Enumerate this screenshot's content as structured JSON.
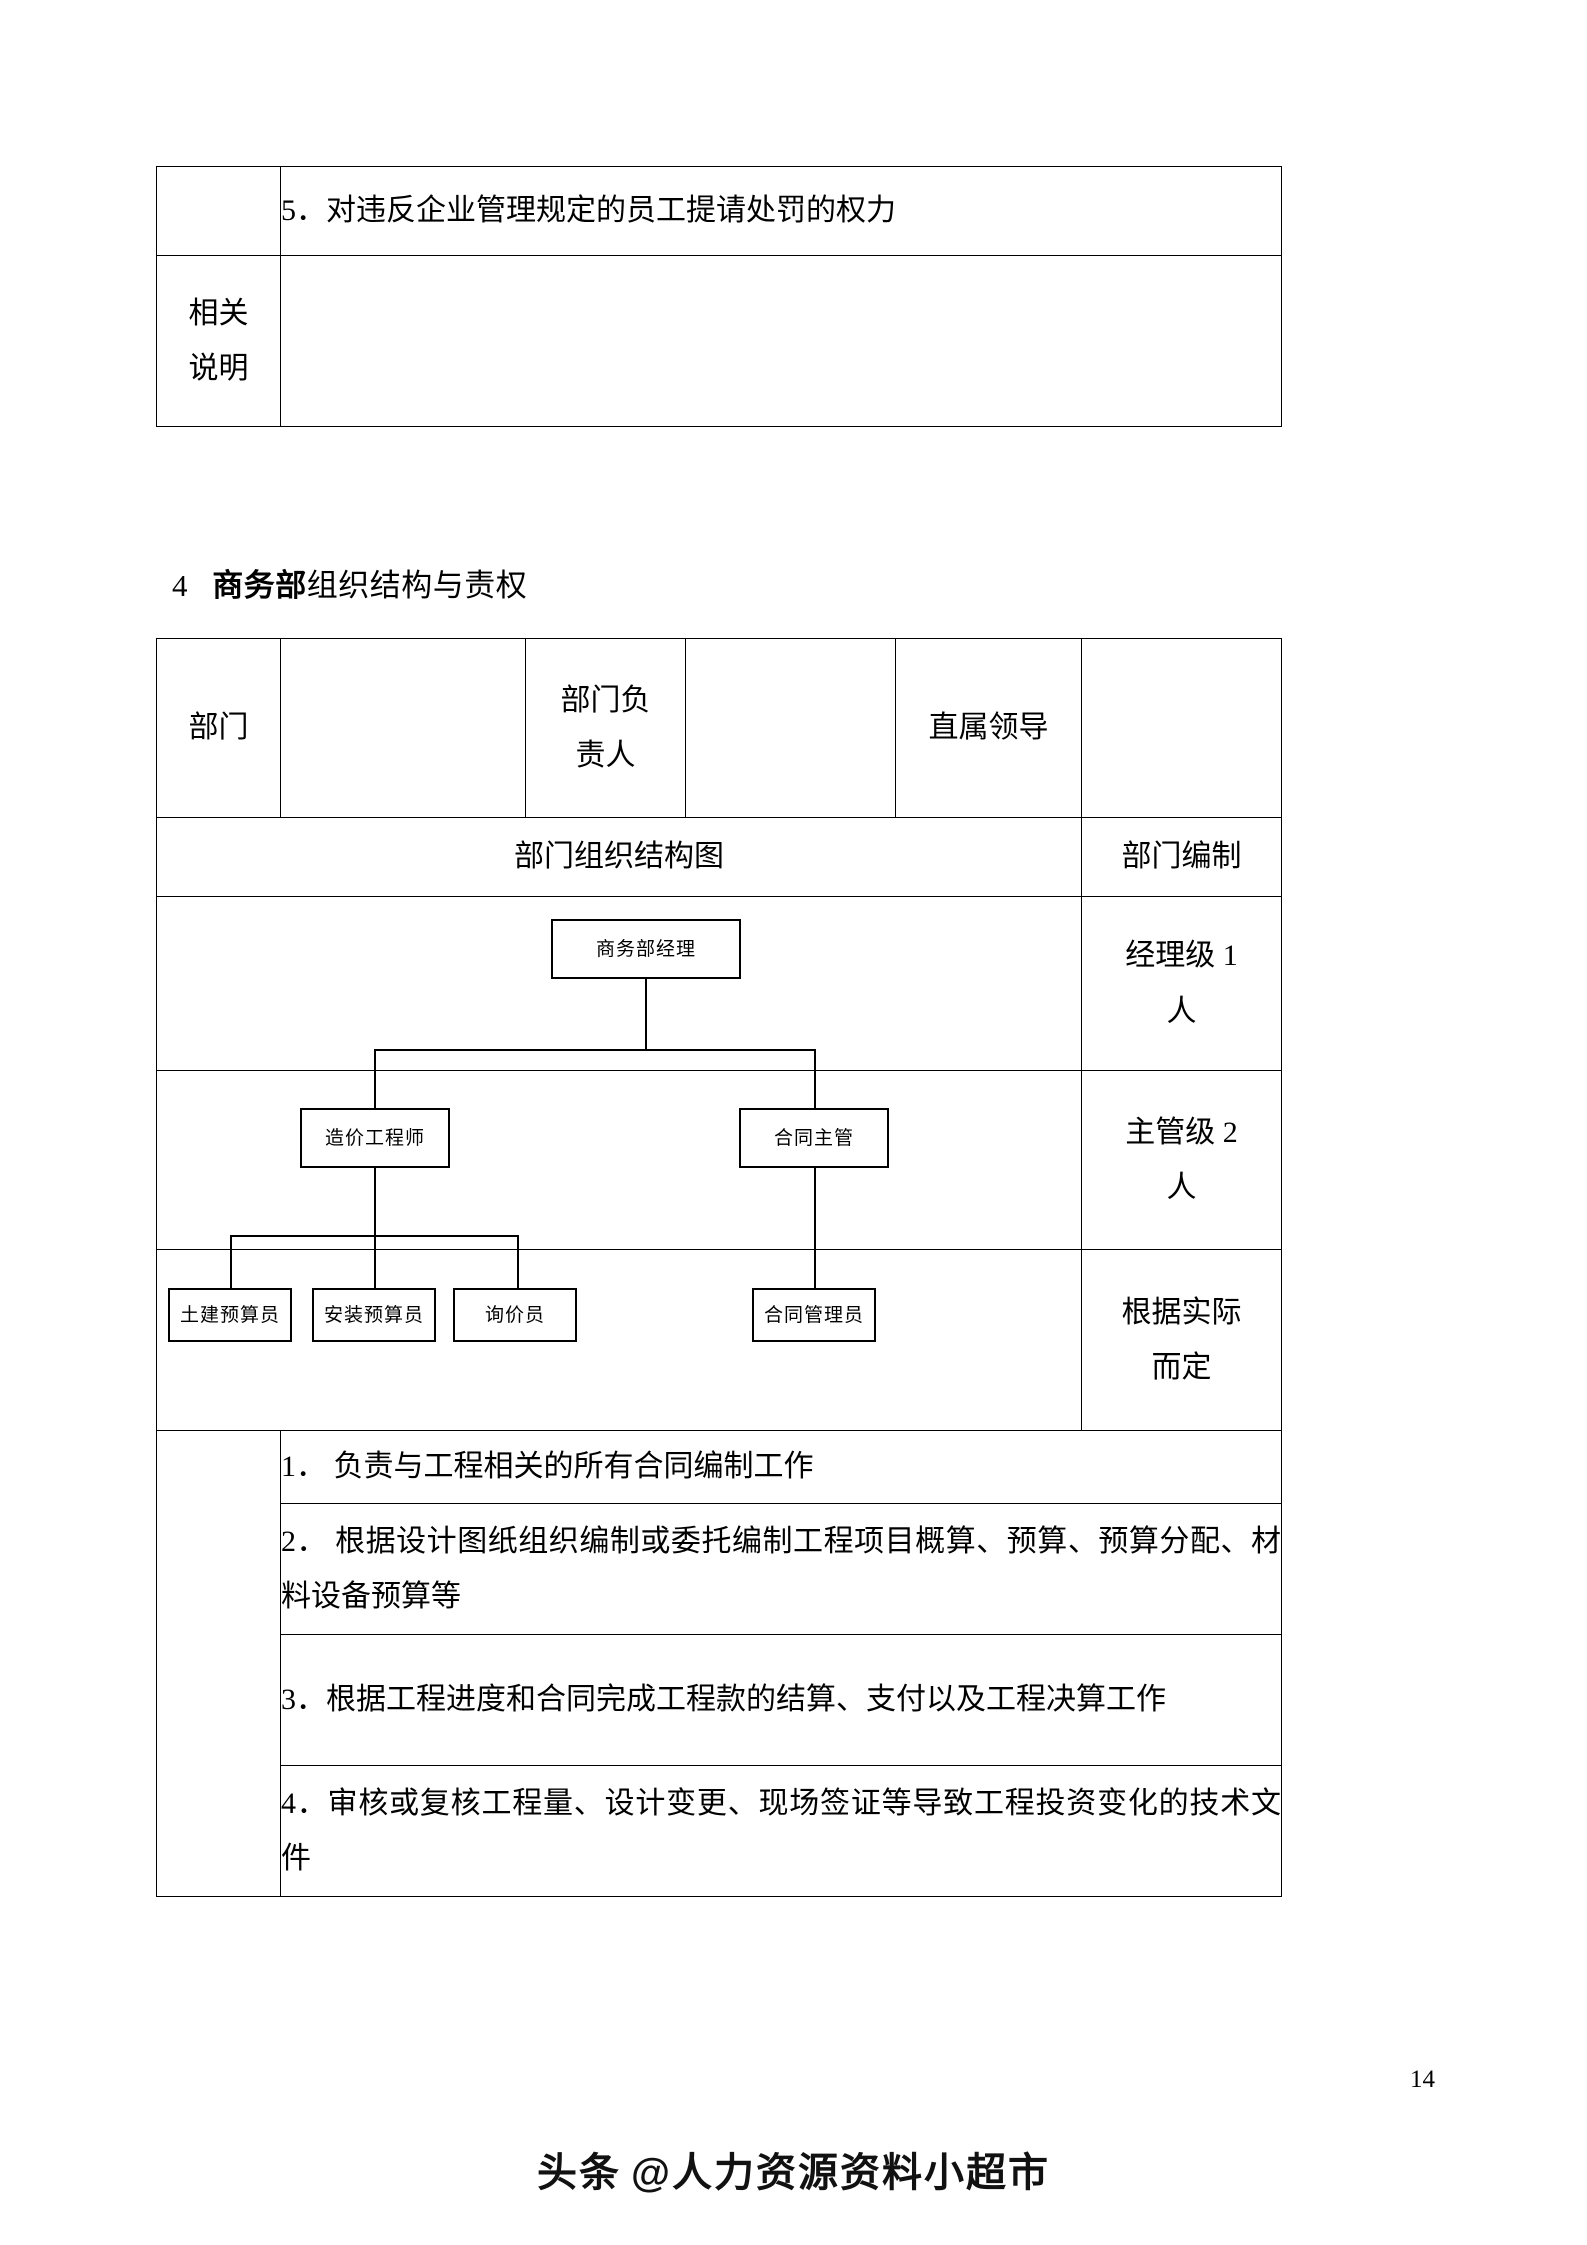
{
  "document": {
    "page_number": "14",
    "watermark": "头条 @人力资源资料小超市",
    "watermark_prefix": "头条",
    "watermark_brand": "@人力资源资料小超市"
  },
  "table1": {
    "rows": [
      {
        "label": "",
        "content": "5．对违反企业管理规定的员工提请处罚的权力"
      },
      {
        "label": "相关\n说明",
        "label_line1": "相关",
        "label_line2": "说明",
        "content": ""
      }
    ]
  },
  "section_heading": {
    "number": "4",
    "bold_part": "商务部",
    "rest": "组织结构与责权"
  },
  "table2": {
    "header": {
      "col1_label": "部门",
      "col2_value": "",
      "col3_label": "部门负\n责人",
      "col3_line1": "部门负",
      "col3_line2": "责人",
      "col4_value": "",
      "col5_label": "直属领导",
      "col6_value": ""
    },
    "chart_title": "部门组织结构图",
    "staffing_header": "部门编制",
    "staffing": [
      {
        "line1": "经理级 1",
        "line2": "人"
      },
      {
        "line1": "主管级 2",
        "line2": "人"
      },
      {
        "line1": "根据实际",
        "line2": "而定"
      }
    ],
    "org_chart": {
      "tier1": [
        {
          "label": "商务部经理"
        }
      ],
      "tier2": [
        {
          "label": "造价工程师"
        },
        {
          "label": "合同主管"
        }
      ],
      "tier3": [
        {
          "label": "土建预算员"
        },
        {
          "label": "安装预算员"
        },
        {
          "label": "询价员"
        },
        {
          "label": "合同管理员"
        }
      ]
    },
    "responsibilities": [
      "1． 负责与工程相关的所有合同编制工作",
      "2． 根据设计图纸组织编制或委托编制工程项目概算、预算、预算分配、材料设备预算等",
      "3．根据工程进度和合同完成工程款的结算、支付以及工程决算工作",
      "4．审核或复核工程量、设计变更、现场签证等导致工程投资变化的技术文件"
    ]
  }
}
